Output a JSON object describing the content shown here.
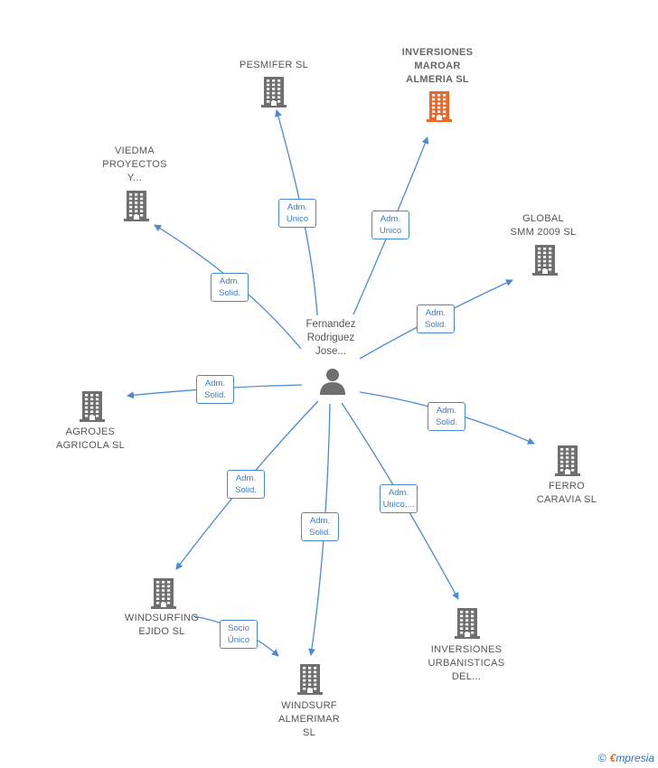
{
  "center": {
    "label": "Fernandez\nRodriguez\nJose..."
  },
  "companies": [
    {
      "id": "pesmifer",
      "label": "PESMIFER  SL",
      "highlight": false
    },
    {
      "id": "inversiones-maroar",
      "label": "INVERSIONES\nMAROAR\nALMERIA  SL",
      "highlight": true
    },
    {
      "id": "viedma",
      "label": "VIEDMA\nPROYECTOS\nY...",
      "highlight": false
    },
    {
      "id": "global-smm",
      "label": "GLOBAL\nSMM 2009 SL",
      "highlight": false
    },
    {
      "id": "agrojes",
      "label": "AGROJES\nAGRICOLA  SL",
      "highlight": false
    },
    {
      "id": "ferro-caravia",
      "label": "FERRO\nCARAVIA  SL",
      "highlight": false
    },
    {
      "id": "windsurfing-ejido",
      "label": "WINDSURFING\nEJIDO SL",
      "highlight": false
    },
    {
      "id": "windsurf-almerimar",
      "label": "WINDSURF\nALMERIMAR\nSL",
      "highlight": false
    },
    {
      "id": "inversiones-urbanisticas",
      "label": "INVERSIONES\nURBANISTICAS\nDEL...",
      "highlight": false
    }
  ],
  "relations": [
    {
      "from": "center",
      "to": "pesmifer",
      "label": "Adm.\nUnico"
    },
    {
      "from": "center",
      "to": "inversiones-maroar",
      "label": "Adm.\nUnico"
    },
    {
      "from": "center",
      "to": "viedma",
      "label": "Adm.\nSolid."
    },
    {
      "from": "center",
      "to": "global-smm",
      "label": "Adm.\nSolid."
    },
    {
      "from": "center",
      "to": "agrojes",
      "label": "Adm.\nSolid."
    },
    {
      "from": "center",
      "to": "ferro-caravia",
      "label": "Adm.\nSolid."
    },
    {
      "from": "center",
      "to": "windsurfing-ejido",
      "label": "Adm.\nSolid."
    },
    {
      "from": "center",
      "to": "windsurf-almerimar",
      "label": "Adm.\nSolid."
    },
    {
      "from": "center",
      "to": "inversiones-urbanisticas",
      "label": "Adm.\nUnico,..."
    },
    {
      "from": "windsurfing-ejido",
      "to": "windsurf-almerimar",
      "label": "Socio\nÚnico"
    }
  ],
  "colors": {
    "edge": "#4a8ad4",
    "building": "#6f6f6f",
    "building_highlight": "#f26522",
    "person": "#6f6f6f"
  },
  "brand": {
    "copyright": "©",
    "e": "€",
    "name": "mpresia"
  }
}
